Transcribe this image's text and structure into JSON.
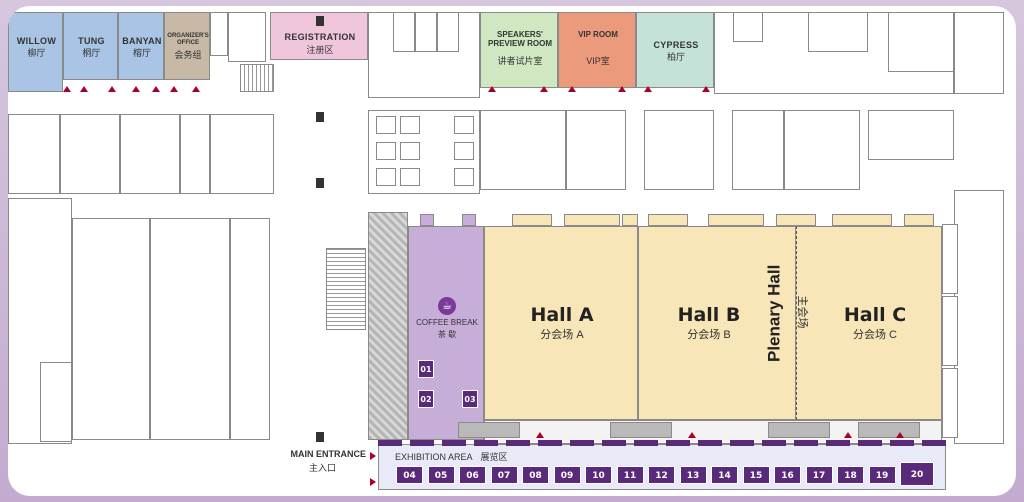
{
  "rooms": {
    "willow": {
      "en": "WILLOW",
      "cn": "柳厅"
    },
    "tung": {
      "en": "TUNG",
      "cn": "桐厅"
    },
    "banyan": {
      "en": "BANYAN",
      "cn": "榕厅"
    },
    "organizer": {
      "en": "ORGANIZER'S OFFICE",
      "cn": "会务组"
    },
    "registration": {
      "en": "REGISTRATION",
      "cn": "注册区"
    },
    "speakers": {
      "en": "SPEAKERS' PREVIEW ROOM",
      "cn": "讲者试片室"
    },
    "vip": {
      "en": "VIP ROOM",
      "cn": "VIP室"
    },
    "cypress": {
      "en": "CYPRESS",
      "cn": "柏厅"
    }
  },
  "coffee": {
    "en": "COFFEE BREAK",
    "cn": "茶 歇",
    "booths": [
      "01",
      "02",
      "03"
    ]
  },
  "halls": {
    "a": {
      "name": "Hall A",
      "cn": "分会场 A"
    },
    "b": {
      "name": "Hall B",
      "cn": "分会场 B"
    },
    "c": {
      "name": "Hall C",
      "cn": "分会场 C"
    },
    "plenary": {
      "name": "Plenary Hall",
      "cn": "主会场"
    }
  },
  "entrance": {
    "en": "MAIN ENTRANCE",
    "cn": "主入口"
  },
  "exhibition": {
    "en": "EXHIBITION AREA",
    "cn": "展览区",
    "booths": [
      "04",
      "05",
      "06",
      "07",
      "08",
      "09",
      "10",
      "11",
      "12",
      "13",
      "14",
      "15",
      "16",
      "17",
      "18",
      "19",
      "20"
    ]
  },
  "colors": {
    "blue_room": "#a9c4e4",
    "taupe_room": "#c8b8a6",
    "pink_room": "#f0c6dc",
    "green_room": "#cfe8c2",
    "orange_room": "#ec9a7c",
    "teal_room": "#c4e2d8",
    "hall": "#f9e6b8",
    "coffee": "#c7aed8",
    "booth": "#5a2a7a",
    "exhibit": "#e8ebf7",
    "arrow": "#a8002a"
  }
}
